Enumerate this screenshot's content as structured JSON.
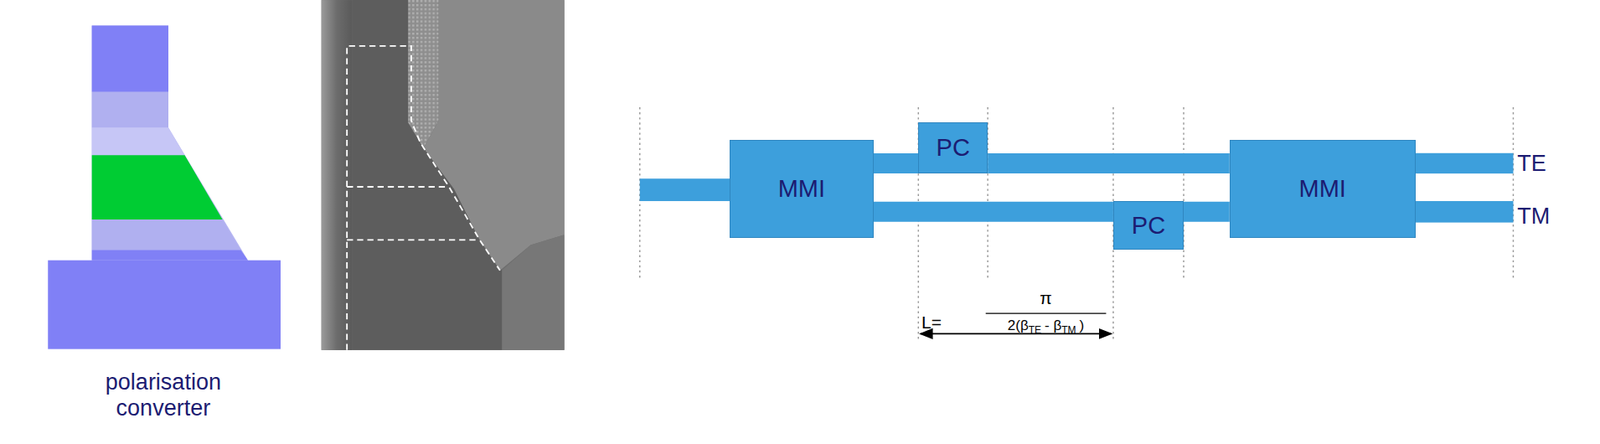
{
  "diagram": {
    "nodes": [
      {
        "text": [
          "MMI"
        ]
      },
      {
        "text": [
          "PC"
        ]
      },
      {
        "text": [
          "PC"
        ]
      },
      {
        "text": [
          "MMI"
        ]
      }
    ],
    "edges": [
      {
        "from": 0,
        "to": 1,
        "arrow": "none"
      },
      {
        "from": 1,
        "to": 3,
        "arrow": "none"
      },
      {
        "from": 0,
        "to": 2,
        "arrow": "none"
      },
      {
        "from": 2,
        "to": 3,
        "arrow": "none"
      }
    ],
    "labels": [
      "polarisation converter",
      "TE",
      "TM",
      "L=",
      "π",
      "2(β",
      "TE",
      "- β",
      "TM",
      ")"
    ]
  }
}
